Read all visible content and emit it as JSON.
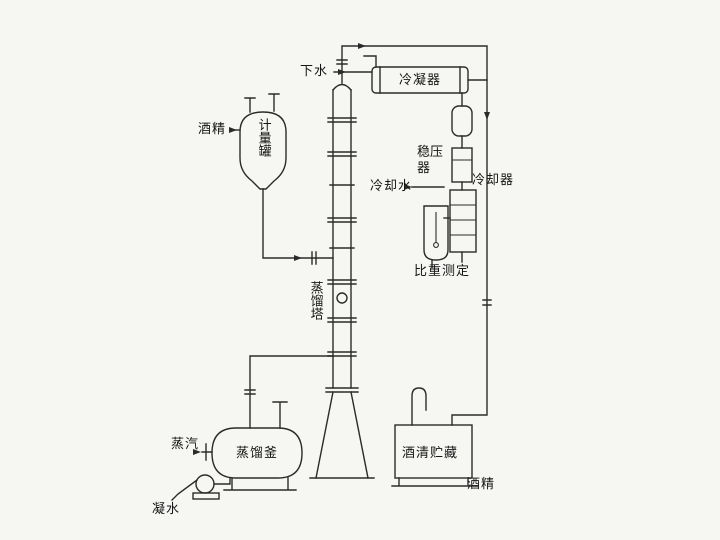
{
  "diagram": {
    "kind": "alcohol-distillation-process-flow-diagram",
    "labels": {
      "drain_water": "下水",
      "condenser": "冷凝器",
      "alcohol_in": "酒精",
      "measuring_tank": "计量罐",
      "stabilizer": "稳压器",
      "cooling_water": "冷却水",
      "cooler": "冷却器",
      "gravity_test": "比重测定",
      "column": "蒸馏塔",
      "steam": "蒸汽",
      "still_kettle": "蒸馏釜",
      "storage": "酒清贮藏",
      "alcohol_out": "酒精",
      "condensate": "凝水"
    },
    "colors": {
      "line": "#2b2b2b",
      "background": "#f6f6f2",
      "text": "#161616"
    }
  }
}
